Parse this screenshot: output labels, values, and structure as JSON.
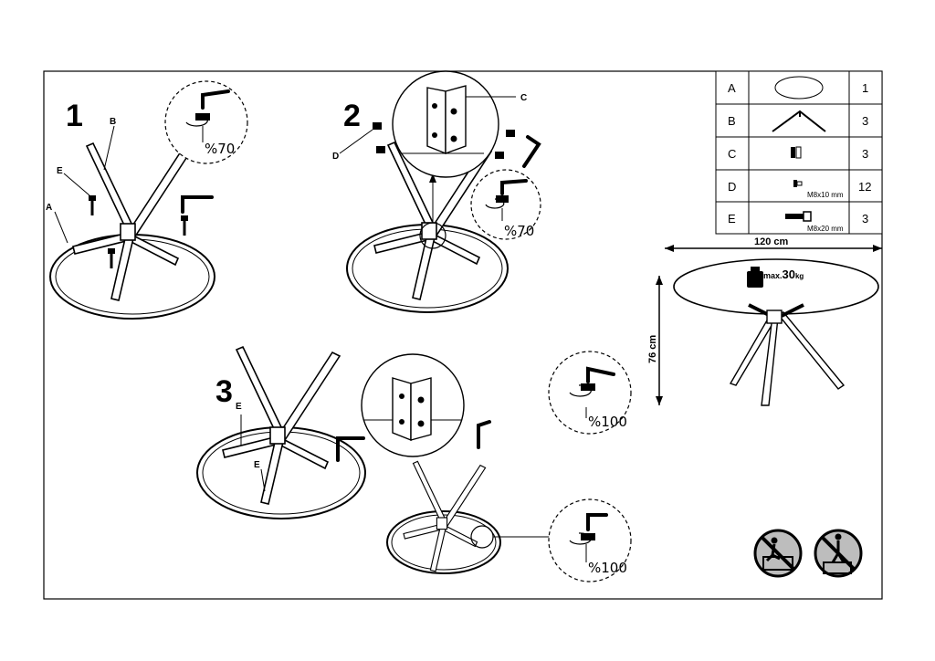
{
  "steps": {
    "s1": "1",
    "s2": "2",
    "s3": "3"
  },
  "callouts": {
    "a": "A",
    "b": "B",
    "c": "C",
    "d": "D",
    "e": "E"
  },
  "torque": {
    "t70": "%70",
    "t100": "%100"
  },
  "parts_table": {
    "rows": [
      {
        "letter": "A",
        "size": "",
        "qty": "1",
        "icon": "tabletop-icon"
      },
      {
        "letter": "B",
        "size": "",
        "qty": "3",
        "icon": "leg-icon"
      },
      {
        "letter": "C",
        "size": "",
        "qty": "3",
        "icon": "bracket-icon"
      },
      {
        "letter": "D",
        "size": "M8x10 mm",
        "qty": "12",
        "icon": "short-screw-icon"
      },
      {
        "letter": "E",
        "size": "M8x20 mm",
        "qty": "3",
        "icon": "long-bolt-icon"
      }
    ]
  },
  "dimensions": {
    "width": "120 cm",
    "height": "76 cm",
    "load_prefix": "max.",
    "load_value": "30",
    "load_unit": "kg"
  },
  "warnings": [
    "no-standing-on-table-icon",
    "no-climbing-icon"
  ]
}
